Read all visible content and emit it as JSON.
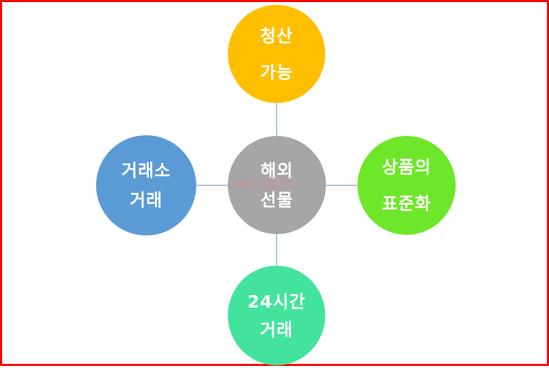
{
  "diagram": {
    "center": {
      "lines": [
        "해외",
        "선물"
      ],
      "color": "#a6a6a6"
    },
    "nodes": {
      "top": {
        "lines": [
          "청산",
          "가능"
        ],
        "color": "#ffbf00"
      },
      "right": {
        "lines": [
          "상품의",
          "표준화"
        ],
        "color": "#6ee72a"
      },
      "bottom": {
        "lines": [
          "24시간",
          "거래"
        ],
        "color": "#44e39d"
      },
      "left": {
        "lines": [
          "거래소",
          "거래"
        ],
        "color": "#5b9bd5"
      }
    },
    "connector_color": "#8eb4cf",
    "watermark": "HH_INFO"
  },
  "frame": {
    "border_color": "#ff0000"
  }
}
